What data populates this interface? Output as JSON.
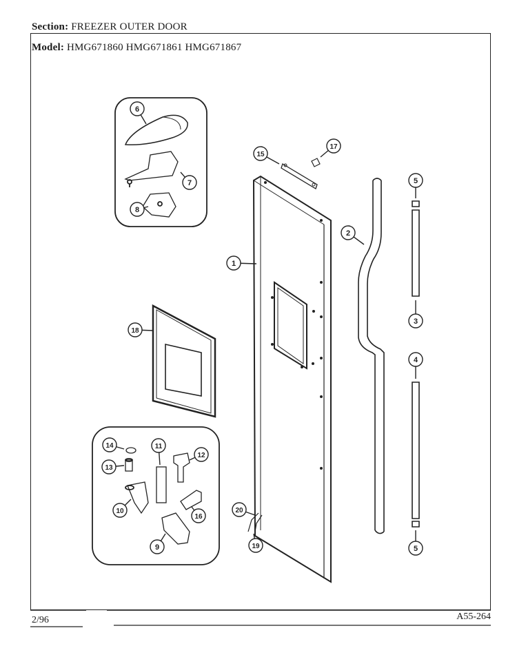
{
  "header": {
    "section_label": "Section:",
    "section_value": "FREEZER OUTER DOOR",
    "model_label": "Model:",
    "model_value": "HMG671860 HMG671861 HMG671867"
  },
  "footer": {
    "date": "2/96",
    "code": "A55-264"
  },
  "callouts": [
    "1",
    "2",
    "3",
    "4",
    "5",
    "5",
    "6",
    "7",
    "8",
    "9",
    "10",
    "11",
    "12",
    "13",
    "14",
    "15",
    "16",
    "17",
    "18",
    "19",
    "20"
  ]
}
